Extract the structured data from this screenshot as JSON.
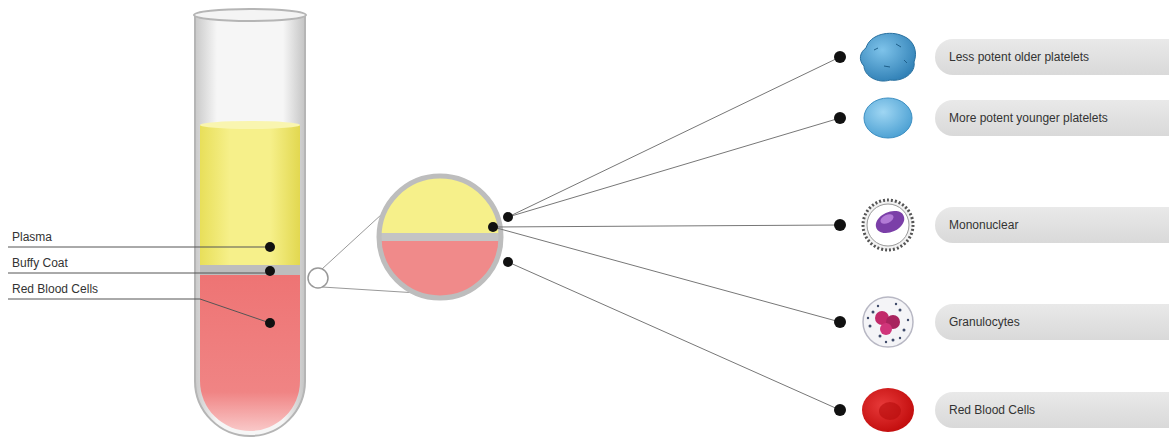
{
  "diagram": {
    "nodes": [
      {
        "text": [
          "Less potent older platelets"
        ]
      },
      {
        "text": [
          "More potent younger platelets"
        ]
      },
      {
        "text": [
          "Mononuclear"
        ]
      },
      {
        "text": [
          "Granulocytes"
        ]
      },
      {
        "text": [
          "Red Blood Cells"
        ]
      }
    ],
    "labels": [
      "Plasma",
      "Buffy Coat",
      "Red Blood Cells"
    ]
  }
}
